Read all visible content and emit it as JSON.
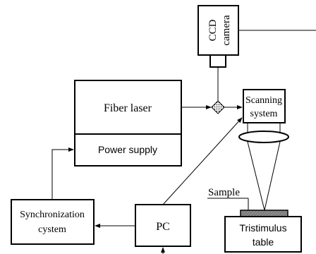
{
  "diagram": {
    "ccd_camera": {
      "line1": "CCD",
      "line2": "camera"
    },
    "fiber_laser": {
      "label": "Fiber laser"
    },
    "power_supply": {
      "label": "Power supply"
    },
    "scanning_system": {
      "line1": "Scanning",
      "line2": "system"
    },
    "sync_system": {
      "line1": "Synchronization",
      "line2": "cystem"
    },
    "pc": {
      "label": "PC"
    },
    "sample": {
      "label": "Sample"
    },
    "tristimulus_table": {
      "line1": "Tristimulus",
      "line2": "table"
    }
  },
  "colors": {
    "stroke": "#000000",
    "background": "#ffffff",
    "sample_fill": "#8c8c8c"
  }
}
